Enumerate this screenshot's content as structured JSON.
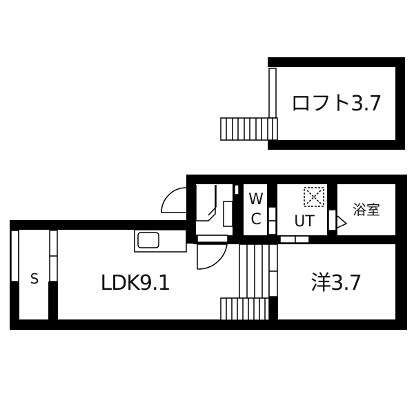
{
  "floor_plan": {
    "colors": {
      "wall": "#000000",
      "background": "#ffffff",
      "line": "#000000"
    },
    "rooms": {
      "loft": {
        "label": "ロフト3.7",
        "type": "loft",
        "size_jo": 3.7
      },
      "ldk": {
        "label": "LDK9.1",
        "type": "living-dining-kitchen",
        "size_jo": 9.1
      },
      "western": {
        "label": "洋3.7",
        "type": "western-room",
        "size_jo": 3.7
      },
      "storage": {
        "label": "S",
        "type": "storage"
      },
      "wc_top": {
        "label": "W"
      },
      "wc_bottom": {
        "label": "C"
      },
      "utility": {
        "label": "UT",
        "type": "utility"
      },
      "bath": {
        "label": "浴室",
        "type": "bathroom"
      }
    }
  }
}
